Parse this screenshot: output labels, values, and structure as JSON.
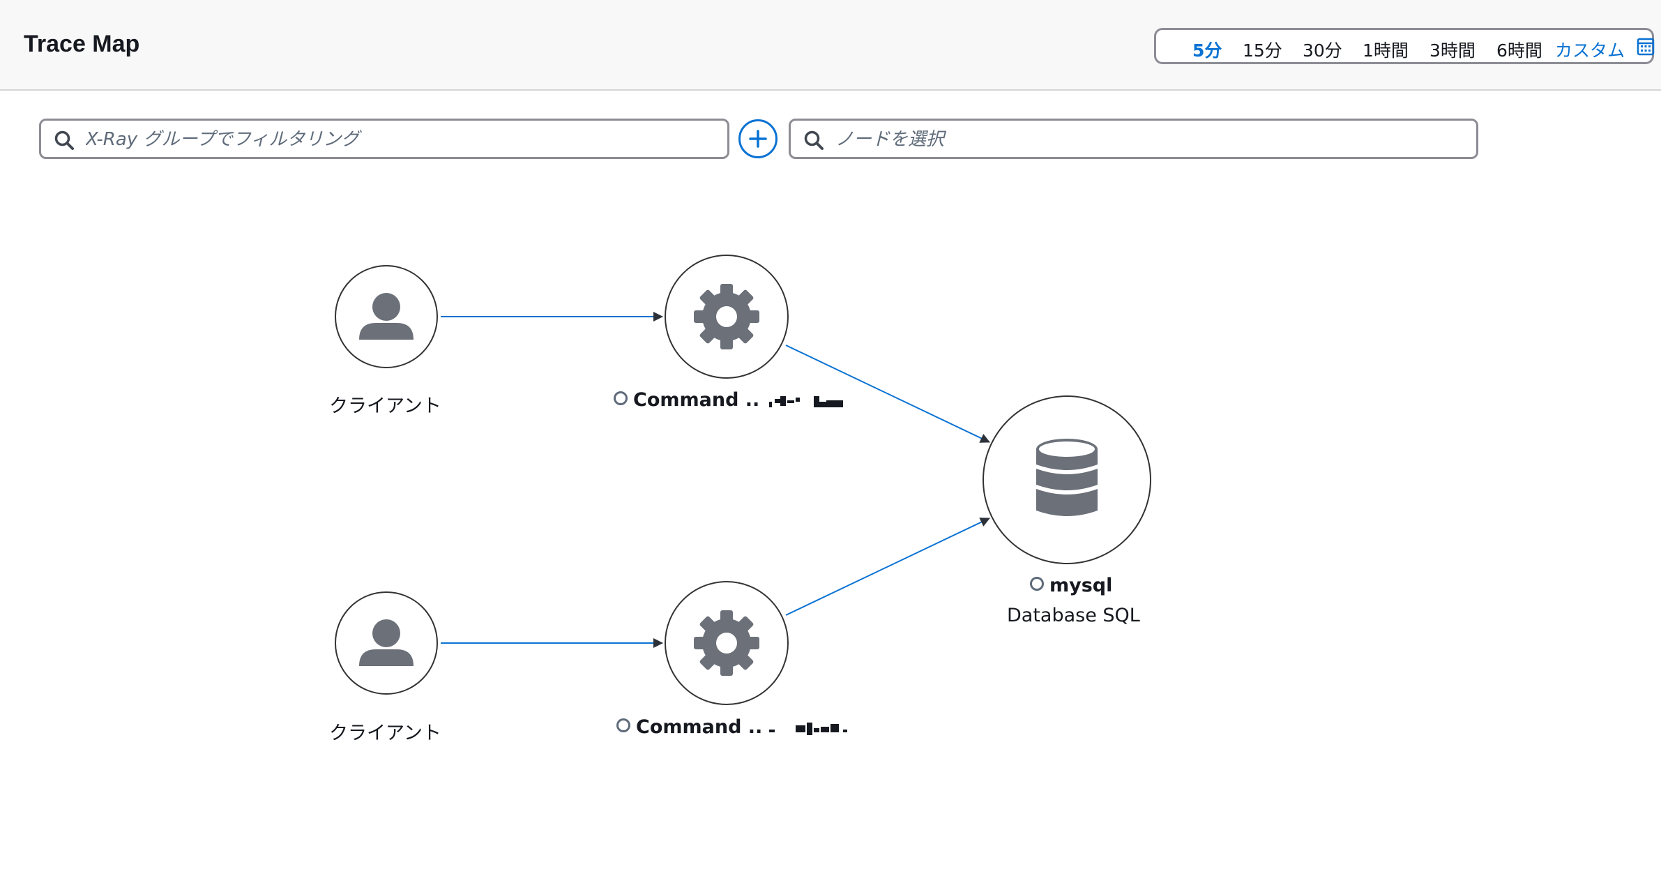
{
  "header": {
    "title": "Trace Map"
  },
  "time_range": {
    "options": [
      "5分",
      "15分",
      "30分",
      "1時間",
      "3時間",
      "6時間"
    ],
    "selected": "5分",
    "custom_label": "カスタム",
    "calendar_icon": "calendar-icon"
  },
  "filters": {
    "group_placeholder": "X-Ray グループでフィルタリング",
    "node_placeholder": "ノードを選択",
    "search_icon": "search-icon",
    "add_icon": "plus-circle-icon"
  },
  "nodes": {
    "client_top": {
      "label": "クライアント",
      "icon": "user-icon"
    },
    "client_bottom": {
      "label": "クライアント",
      "icon": "user-icon"
    },
    "service_top": {
      "label": "Command ..",
      "icon": "gear-icon",
      "status": "status-ring-icon"
    },
    "service_bottom": {
      "label": "Command ..",
      "icon": "gear-icon",
      "status": "status-ring-icon"
    },
    "database": {
      "label": "mysql",
      "type_label": "Database SQL",
      "icon": "database-icon",
      "status": "status-ring-icon"
    }
  },
  "colors": {
    "edge": "#0972d3",
    "icon": "#6b7079",
    "node_border": "#333333",
    "accent": "#0972d3"
  }
}
